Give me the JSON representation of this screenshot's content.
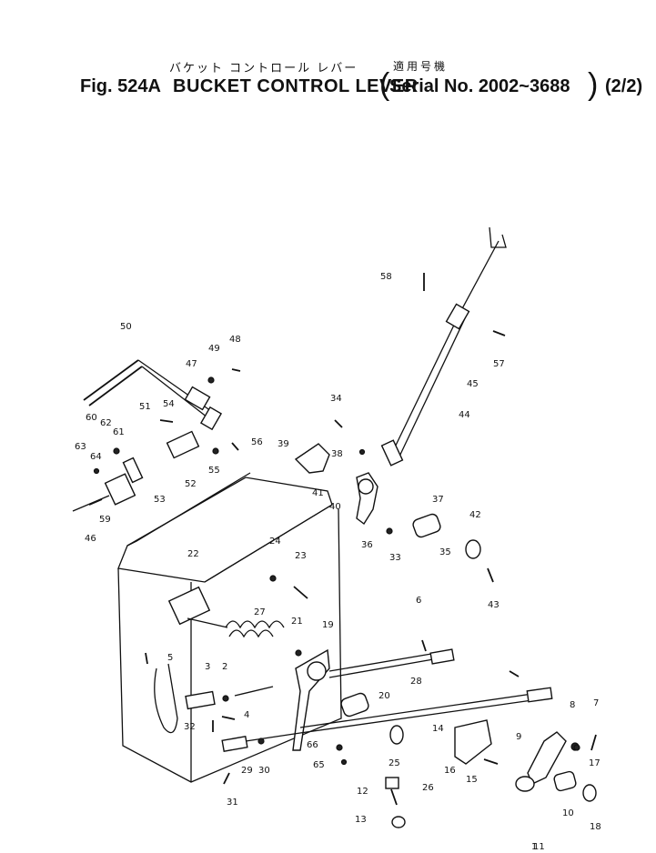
{
  "header": {
    "japanese_title": "バケット コントロール レバー",
    "japanese_applicable": "適用号機",
    "figure_number": "Fig. 524A",
    "title": "BUCKET CONTROL LEVER",
    "paren_open": "(",
    "serial": "Serial No. 2002~3688",
    "paren_close": ")",
    "sheet": "(2/2)"
  },
  "callouts": [
    "1",
    "2",
    "3",
    "4",
    "5",
    "6",
    "7",
    "8",
    "9",
    "10",
    "11",
    "12",
    "13",
    "14",
    "15",
    "16",
    "17",
    "18",
    "19",
    "20",
    "21",
    "22",
    "23",
    "24",
    "25",
    "26",
    "27",
    "28",
    "29",
    "30",
    "31",
    "32",
    "33",
    "34",
    "35",
    "36",
    "37",
    "38",
    "39",
    "40",
    "41",
    "42",
    "43",
    "44",
    "45",
    "46",
    "47",
    "48",
    "49",
    "50",
    "51",
    "52",
    "53",
    "54",
    "55",
    "56",
    "57",
    "58",
    "59",
    "60",
    "61",
    "62",
    "63",
    "64",
    "65",
    "66"
  ]
}
